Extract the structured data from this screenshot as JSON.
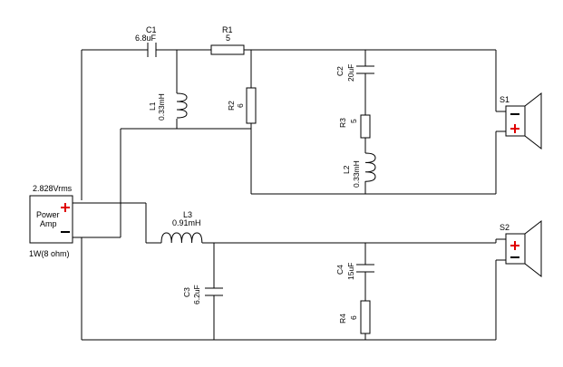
{
  "source": {
    "voltage": "2.828Vrms",
    "name_line1": "Power",
    "name_line2": "Amp",
    "power": "1W(8 ohm)",
    "plus_color": "#e00000"
  },
  "components": {
    "c1": {
      "ref": "C1",
      "value": "6.8uF"
    },
    "r1": {
      "ref": "R1",
      "value": "5"
    },
    "l1": {
      "ref": "L1",
      "value": "0.33mH"
    },
    "r2": {
      "ref": "R2",
      "value": "6"
    },
    "c2": {
      "ref": "C2",
      "value": "20uF"
    },
    "r3": {
      "ref": "R3",
      "value": "5"
    },
    "l2": {
      "ref": "L2",
      "value": "0.33mH"
    },
    "l3": {
      "ref": "L3",
      "value": "0.91mH"
    },
    "c3": {
      "ref": "C3",
      "value": "6.2uF"
    },
    "c4": {
      "ref": "C4",
      "value": "15uF"
    },
    "r4": {
      "ref": "R4",
      "value": "6"
    }
  },
  "speakers": {
    "s1": {
      "ref": "S1"
    },
    "s2": {
      "ref": "S2"
    }
  }
}
